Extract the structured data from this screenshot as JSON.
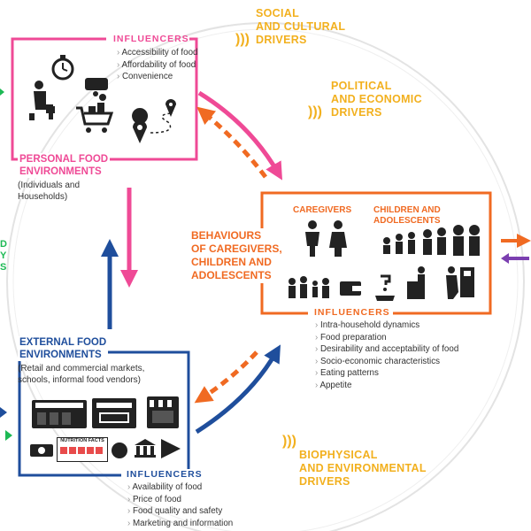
{
  "drivers": {
    "social": "SOCIAL\nAND CULTURAL\nDRIVERS",
    "political": "POLITICAL\nAND ECONOMIC\nDRIVERS",
    "biophysical": "BIOPHYSICAL\nAND ENVIRONMENTAL\nDRIVERS"
  },
  "personal": {
    "influencers_title": "INFLUENCERS",
    "influencers": [
      "Accessibility of food",
      "Affordability of food",
      "Convenience"
    ],
    "title": "PERSONAL FOOD\nENVIRONMENTS",
    "subtitle": "(Individuals and\nHouseholds)"
  },
  "behaviours": {
    "title": "BEHAVIOURS\nOF CAREGIVERS,\nCHILDREN AND\nADOLESCENTS",
    "caregivers": "CAREGIVERS",
    "children": "CHILDREN AND\nADOLESCENTS",
    "influencers_title": "INFLUENCERS",
    "influencers": [
      "Intra-household dynamics",
      "Food preparation",
      "Desirability and acceptability of food",
      "Socio-economic characteristics",
      "Eating patterns",
      "Appetite"
    ]
  },
  "external": {
    "title": "EXTERNAL FOOD\nENVIRONMENTS",
    "subtitle": "(Retail and commercial markets,\nschools, informal food vendors)",
    "nutrition_label": "NUTRITION FACTS",
    "influencers_title": "INFLUENCERS",
    "influencers": [
      "Availability of food",
      "Price of food",
      "Food quality and safety",
      "Marketing and information"
    ]
  },
  "left_edge_text": "D\nY\nS",
  "colors": {
    "pink": "#ef4a96",
    "orange": "#f06a22",
    "blue": "#1f4e9c",
    "yellow": "#f2b01e",
    "green": "#1db954",
    "purple": "#7b3fb0"
  }
}
